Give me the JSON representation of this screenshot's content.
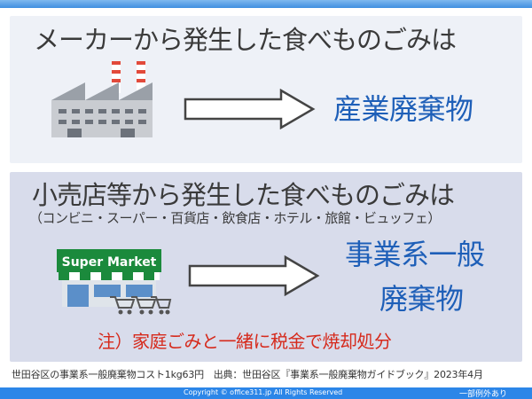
{
  "section1": {
    "heading": "メーカーから発生した食べものごみは",
    "result": "産業廃棄物"
  },
  "section2": {
    "heading": "小売店等から発生した食べものごみは",
    "subheading": "（コンビニ・スーパー・百貨店・飲食店・ホテル・旅館・ビュッフェ）",
    "store_sign": "Super Market",
    "result_line1": "事業系一般",
    "result_line2": "廃棄物",
    "note": "注）家庭ごみと一緒に税金で焼却処分"
  },
  "footer": {
    "cost_source": "世田谷区の事業系一般廃棄物コスト1kg63円　出典：世田谷区『事業系一般廃棄物ガイドブック』2023年4月",
    "copyright": "Copyright © office311.jp All Rights Reserved",
    "exception": "一部例外あり"
  },
  "colors": {
    "accent_blue": "#1e5fb8",
    "note_red": "#d62a1c",
    "bar_blue": "#2c86e8",
    "store_green": "#1b8a3c"
  },
  "icons": [
    "factory-icon",
    "supermarket-icon",
    "shopping-cart-icon",
    "right-arrow-icon"
  ]
}
